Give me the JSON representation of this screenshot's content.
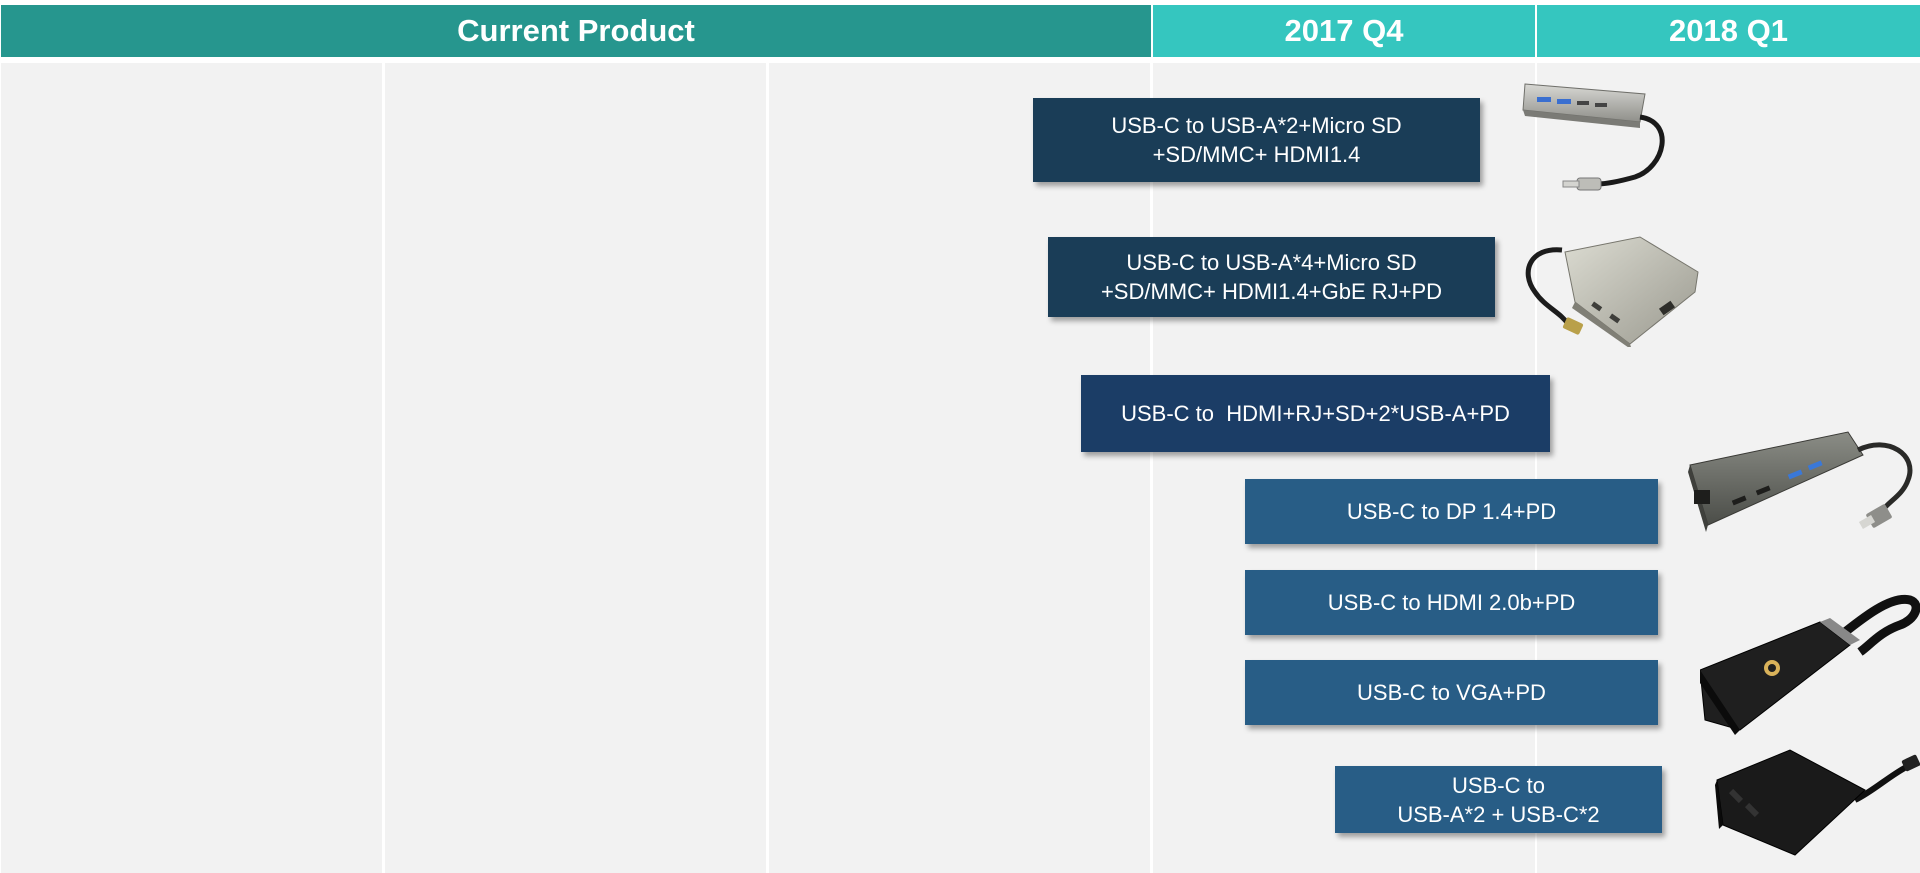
{
  "header": {
    "current_product": "Current Product",
    "q4": "2017 Q4",
    "q1": "2018 Q1"
  },
  "products": [
    {
      "line1": "USB-C to USB-A*2+Micro SD",
      "line2": "+SD/MMC+ HDMI1.4"
    },
    {
      "line1": "USB-C to USB-A*4+Micro SD",
      "line2": "+SD/MMC+ HDMI1.4+GbE RJ+PD"
    },
    {
      "line1": "USB-C to  HDMI+RJ+SD+2*USB-A+PD",
      "line2": ""
    },
    {
      "line1": "USB-C to DP 1.4+PD",
      "line2": ""
    },
    {
      "line1": "USB-C to HDMI 2.0b+PD",
      "line2": ""
    },
    {
      "line1": "USB-C to VGA+PD",
      "line2": ""
    },
    {
      "line1": "USB-C to",
      "line2": "USB-A*2 + USB-C*2"
    }
  ],
  "images": [
    {
      "icon": "usb-c-hub-small-image"
    },
    {
      "icon": "usb-c-hub-large-image"
    },
    {
      "icon": "usb-c-dock-ethernet-image"
    },
    {
      "icon": "usb-c-adapter-black-image"
    },
    {
      "icon": "usb-c-multiport-black-image"
    }
  ],
  "colors": {
    "header_current": "#26968e",
    "header_quarter": "#35c6bf",
    "box_navy": "#1a3d57",
    "box_steel": "#285d86",
    "column_bg": "#f2f2f2"
  }
}
